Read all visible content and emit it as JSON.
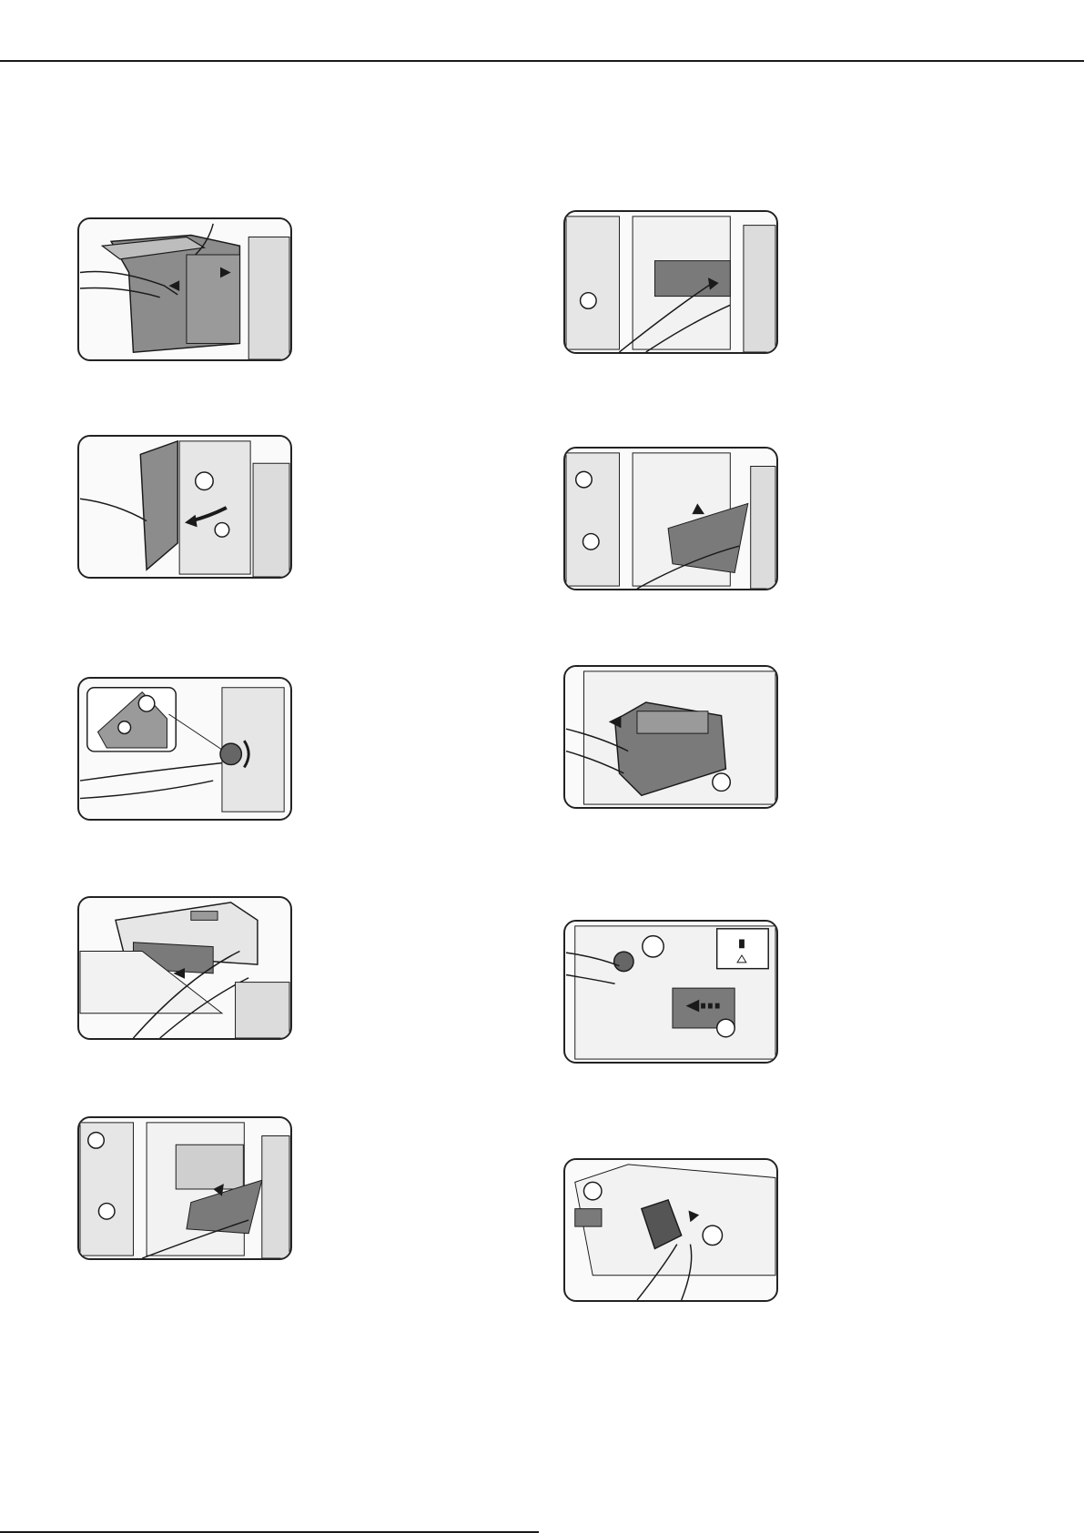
{
  "figures": {
    "left": [
      {
        "id": "step-1"
      },
      {
        "id": "step-2"
      },
      {
        "id": "step-3"
      },
      {
        "id": "step-4"
      },
      {
        "id": "step-5"
      }
    ],
    "right": [
      {
        "id": "step-6"
      },
      {
        "id": "step-7"
      },
      {
        "id": "step-8"
      },
      {
        "id": "step-9"
      },
      {
        "id": "step-10"
      }
    ]
  },
  "colors": {
    "line": "#1a1a1a",
    "panel_fill": "#fafafa",
    "shade": "#8c8c8c",
    "light": "#dcdcdc"
  }
}
